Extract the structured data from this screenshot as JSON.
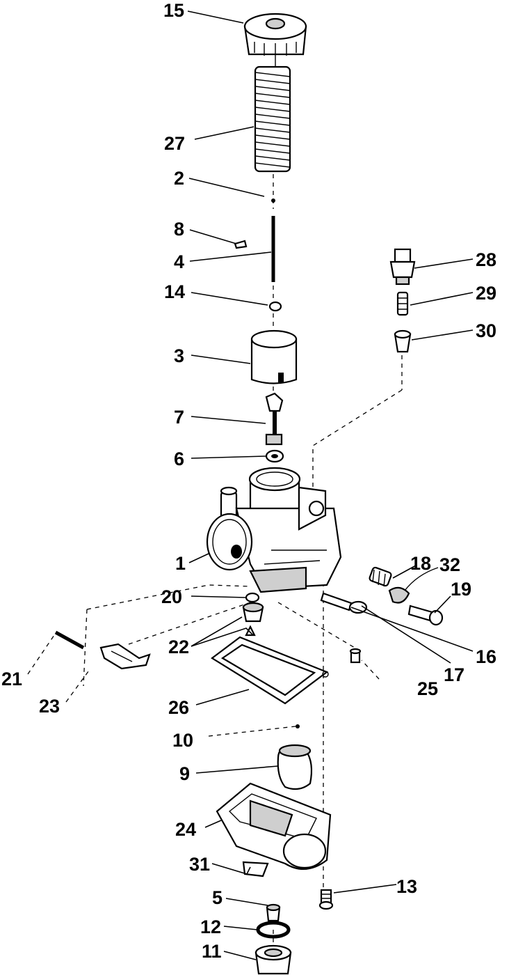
{
  "callouts": [
    {
      "id": "c15",
      "text": "15"
    },
    {
      "id": "c27",
      "text": "27"
    },
    {
      "id": "c2",
      "text": "2"
    },
    {
      "id": "c8",
      "text": "8"
    },
    {
      "id": "c4",
      "text": "4"
    },
    {
      "id": "c14",
      "text": "14"
    },
    {
      "id": "c3",
      "text": "3"
    },
    {
      "id": "c7",
      "text": "7"
    },
    {
      "id": "c6",
      "text": "6"
    },
    {
      "id": "c28",
      "text": "28"
    },
    {
      "id": "c29",
      "text": "29"
    },
    {
      "id": "c30",
      "text": "30"
    },
    {
      "id": "c1",
      "text": "1"
    },
    {
      "id": "c18",
      "text": "18"
    },
    {
      "id": "c32",
      "text": "32"
    },
    {
      "id": "c19",
      "text": "19"
    },
    {
      "id": "c20",
      "text": "20"
    },
    {
      "id": "c22",
      "text": "22"
    },
    {
      "id": "c16",
      "text": "16"
    },
    {
      "id": "c21",
      "text": "21"
    },
    {
      "id": "c23",
      "text": "23"
    },
    {
      "id": "c26",
      "text": "26"
    },
    {
      "id": "c25",
      "text": "25"
    },
    {
      "id": "c17",
      "text": "17"
    },
    {
      "id": "c10",
      "text": "10"
    },
    {
      "id": "c9",
      "text": "9"
    },
    {
      "id": "c24",
      "text": "24"
    },
    {
      "id": "c31",
      "text": "31"
    },
    {
      "id": "c13",
      "text": "13"
    },
    {
      "id": "c5",
      "text": "5"
    },
    {
      "id": "c12",
      "text": "12"
    },
    {
      "id": "c11",
      "text": "11"
    }
  ]
}
